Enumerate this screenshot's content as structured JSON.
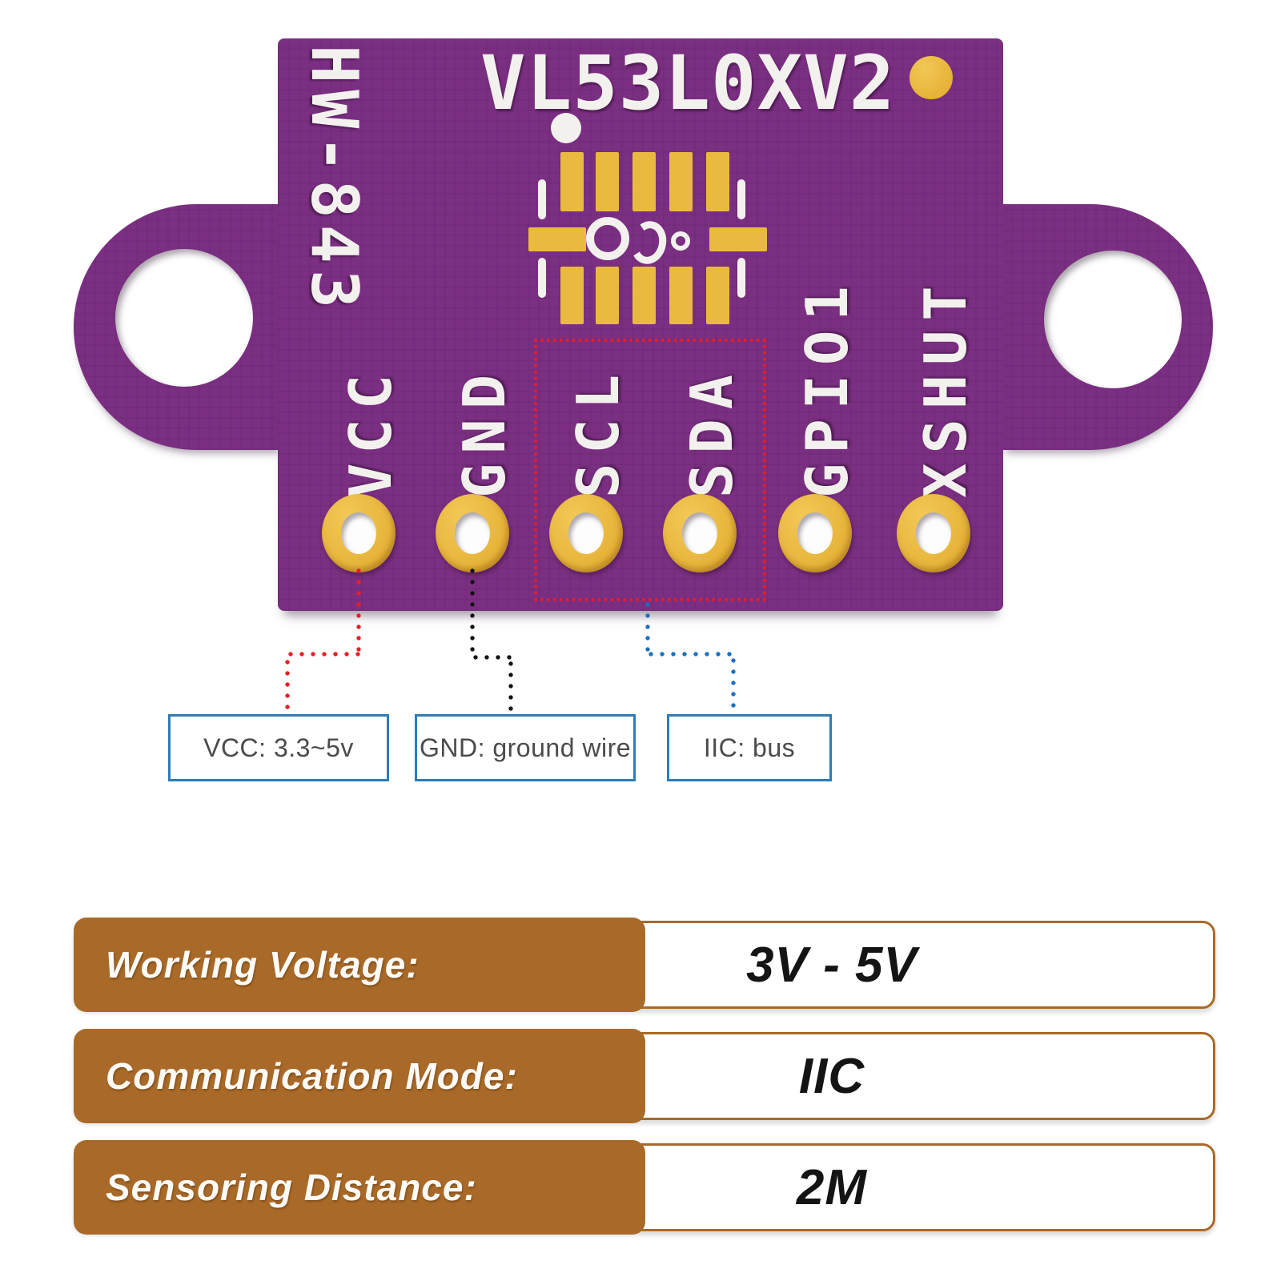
{
  "board": {
    "chip_silkscreen": "VL53L0XV2",
    "model_silkscreen": "HW-843",
    "pins": [
      {
        "label": "VCC"
      },
      {
        "label": "GND"
      },
      {
        "label": "SCL"
      },
      {
        "label": "SDA"
      },
      {
        "label": "GPIO1"
      },
      {
        "label": "XSHUT"
      }
    ]
  },
  "callouts": {
    "vcc": {
      "text": "VCC: 3.3~5v",
      "line_color": "#ed1c24"
    },
    "gnd": {
      "text": "GND: ground wire",
      "line_color": "#111111"
    },
    "iic": {
      "text": "IIC: bus",
      "line_color": "#1d6fc0"
    }
  },
  "specs": {
    "rows": [
      {
        "label": "Working Voltage:",
        "value": "3V - 5V"
      },
      {
        "label": "Communication Mode:",
        "value": "IIC"
      },
      {
        "label": "Sensoring Distance:",
        "value": "2M"
      }
    ]
  },
  "colors": {
    "pcb_purple": "#7b2f82",
    "pad_gold": "#e6b237",
    "silkscreen_white": "#f3f1ee",
    "highlight_red": "#ed1c24",
    "callout_border_blue": "#2e7cb8",
    "spec_brown": "#a96a29"
  }
}
